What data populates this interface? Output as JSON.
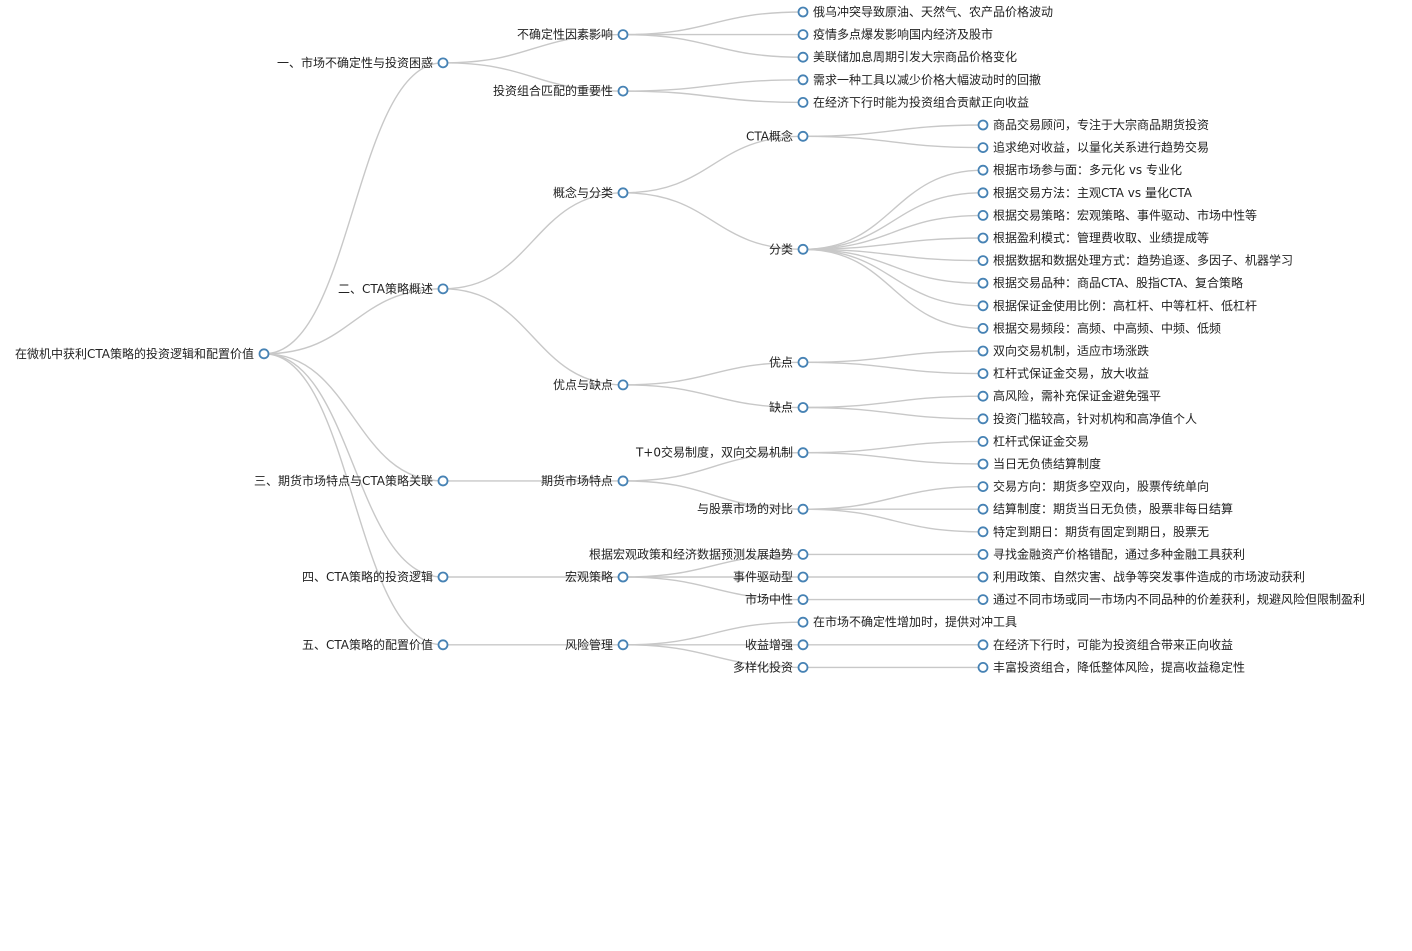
{
  "mindmap": {
    "root": {
      "label": "在微机中获利CTA策略的投资逻辑和配置价值",
      "children": [
        {
          "label": "一、市场不确定性与投资困惑",
          "children": [
            {
              "label": "不确定性因素影响",
              "children": [
                {
                  "label": "俄乌冲突导致原油、天然气、农产品价格波动"
                },
                {
                  "label": "疫情多点爆发影响国内经济及股市"
                },
                {
                  "label": "美联储加息周期引发大宗商品价格变化"
                }
              ]
            },
            {
              "label": "投资组合匹配的重要性",
              "children": [
                {
                  "label": "需求一种工具以减少价格大幅波动时的回撤"
                },
                {
                  "label": "在经济下行时能为投资组合贡献正向收益"
                }
              ]
            }
          ]
        },
        {
          "label": "二、CTA策略概述",
          "children": [
            {
              "label": "概念与分类",
              "children": [
                {
                  "label": "CTA概念",
                  "children": [
                    {
                      "label": "商品交易顾问，专注于大宗商品期货投资"
                    },
                    {
                      "label": "追求绝对收益，以量化关系进行趋势交易"
                    }
                  ]
                },
                {
                  "label": "分类",
                  "children": [
                    {
                      "label": "根据市场参与面：多元化 vs 专业化"
                    },
                    {
                      "label": "根据交易方法：主观CTA vs 量化CTA"
                    },
                    {
                      "label": "根据交易策略：宏观策略、事件驱动、市场中性等"
                    },
                    {
                      "label": "根据盈利模式：管理费收取、业绩提成等"
                    },
                    {
                      "label": "根据数据和数据处理方式：趋势追逐、多因子、机器学习"
                    },
                    {
                      "label": "根据交易品种：商品CTA、股指CTA、复合策略"
                    },
                    {
                      "label": "根据保证金使用比例：高杠杆、中等杠杆、低杠杆"
                    },
                    {
                      "label": "根据交易频段：高频、中高频、中频、低频"
                    }
                  ]
                }
              ]
            },
            {
              "label": "优点与缺点",
              "children": [
                {
                  "label": "优点",
                  "children": [
                    {
                      "label": "双向交易机制，适应市场涨跌"
                    },
                    {
                      "label": "杠杆式保证金交易，放大收益"
                    }
                  ]
                },
                {
                  "label": "缺点",
                  "children": [
                    {
                      "label": "高风险，需补充保证金避免强平"
                    },
                    {
                      "label": "投资门槛较高，针对机构和高净值个人"
                    }
                  ]
                }
              ]
            }
          ]
        },
        {
          "label": "三、期货市场特点与CTA策略关联",
          "children": [
            {
              "label": "期货市场特点",
              "children": [
                {
                  "label": "T+0交易制度，双向交易机制",
                  "children": [
                    {
                      "label": "杠杆式保证金交易"
                    },
                    {
                      "label": "当日无负债结算制度"
                    }
                  ]
                },
                {
                  "label": "与股票市场的对比",
                  "children": [
                    {
                      "label": "交易方向：期货多空双向，股票传统单向"
                    },
                    {
                      "label": "结算制度：期货当日无负债，股票非每日结算"
                    },
                    {
                      "label": "特定到期日：期货有固定到期日，股票无"
                    }
                  ]
                }
              ]
            }
          ]
        },
        {
          "label": "四、CTA策略的投资逻辑",
          "children": [
            {
              "label": "宏观策略",
              "children": [
                {
                  "label": "根据宏观政策和经济数据预测发展趋势",
                  "children": [
                    {
                      "label": "寻找金融资产价格错配，通过多种金融工具获利"
                    }
                  ]
                },
                {
                  "label": "事件驱动型",
                  "children": [
                    {
                      "label": "利用政策、自然灾害、战争等突发事件造成的市场波动获利"
                    }
                  ]
                },
                {
                  "label": "市场中性",
                  "children": [
                    {
                      "label": "通过不同市场或同一市场内不同品种的价差获利，规避风险但限制盈利"
                    }
                  ]
                }
              ]
            }
          ]
        },
        {
          "label": "五、CTA策略的配置价值",
          "children": [
            {
              "label": "风险管理",
              "children": [
                {
                  "label": "在市场不确定性增加时，提供对冲工具"
                },
                {
                  "label": "收益增强",
                  "children": [
                    {
                      "label": "在经济下行时，可能为投资组合带来正向收益"
                    }
                  ]
                },
                {
                  "label": "多样化投资",
                  "children": [
                    {
                      "label": "丰富投资组合，降低整体风险，提高收益稳定性"
                    }
                  ]
                }
              ]
            }
          ]
        }
      ]
    }
  }
}
